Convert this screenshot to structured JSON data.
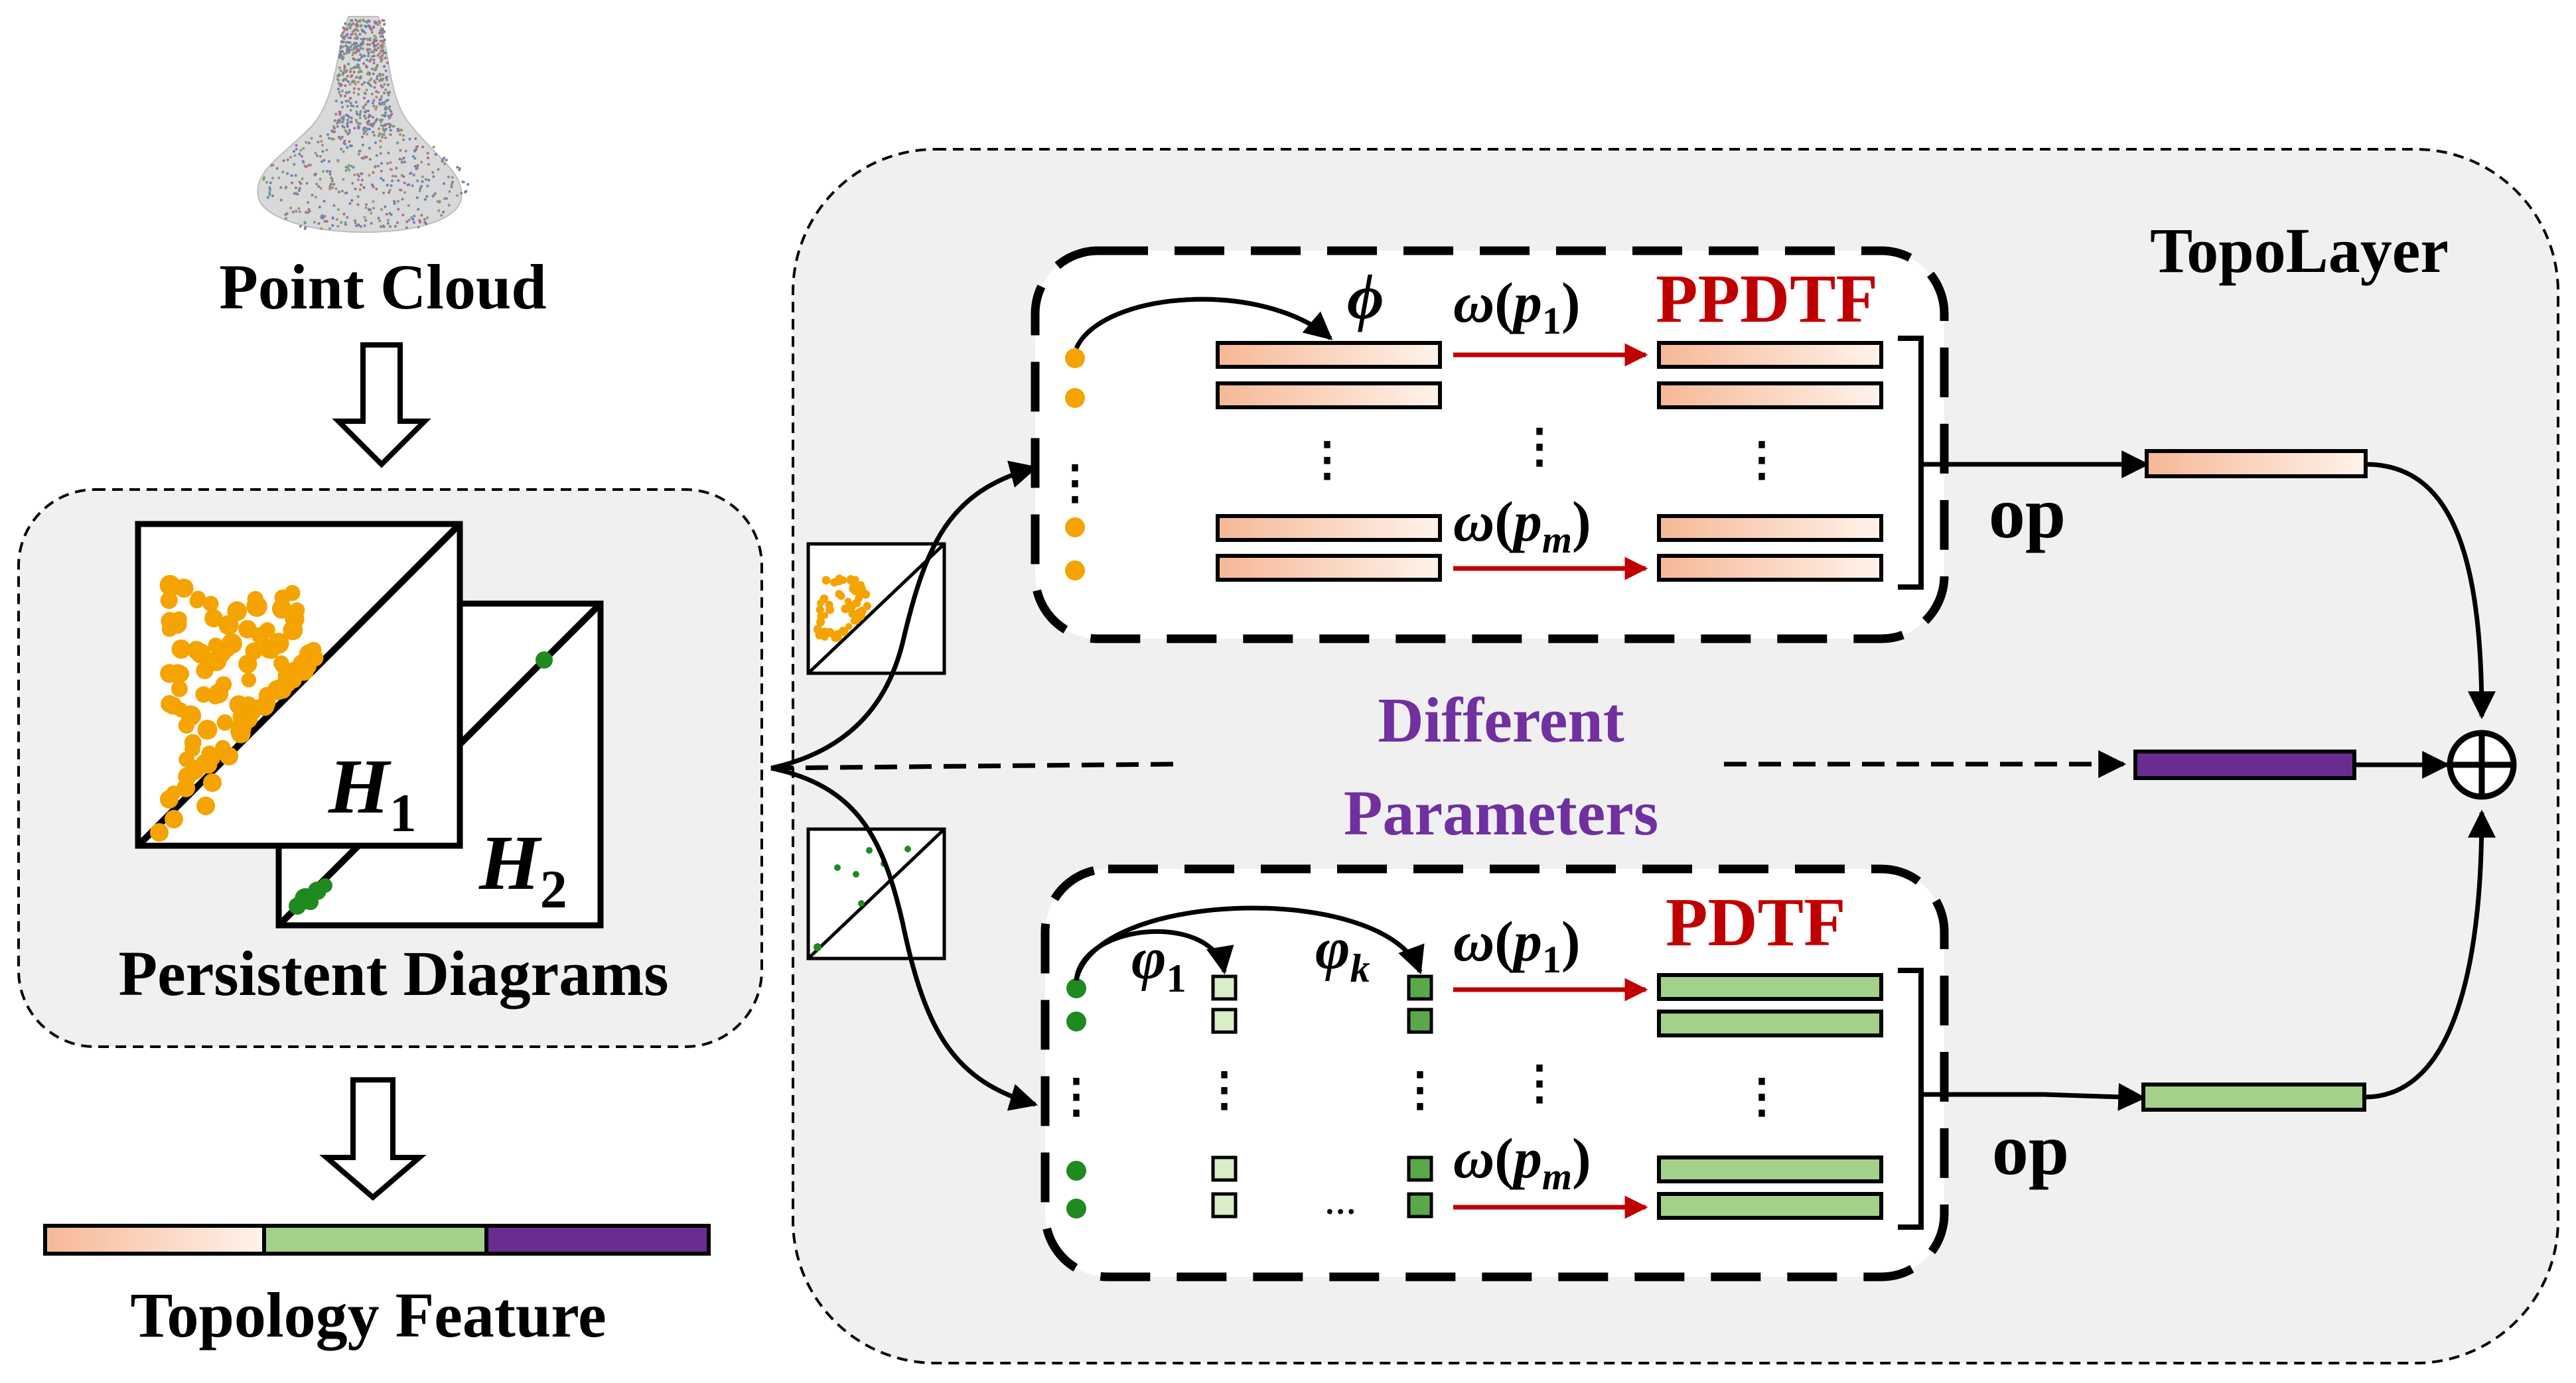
{
  "labels": {
    "point_cloud": "Point Cloud",
    "persistent_diagrams": "Persistent Diagrams",
    "topology_feature": "Topology Feature",
    "topolayer": "TopoLayer",
    "different": "Different",
    "parameters": "Parameters",
    "ppdtf": "PPDTF",
    "pdtf": "PDTF",
    "op_top": "op",
    "op_bottom": "op",
    "phi": "ϕ",
    "omega": "ω",
    "p": "p",
    "sub_1": "1",
    "sub_m": "m",
    "sub_k": "k",
    "varphi": "φ",
    "H": "H",
    "sub_2": "2",
    "ellipsis": "…",
    "oplus": "⊕"
  },
  "colors": {
    "orange_dot": "#f5a300",
    "green_dot": "#1f8a1f",
    "orange_bar_start": "#f6b896",
    "orange_bar_end": "#fff2ea",
    "green_bar": "#a3d18a",
    "purple_bar": "#6a2c91",
    "red_arrow": "#c00000",
    "ppdtf_text": "#c00000",
    "pdtf_text": "#c00000",
    "purple_text": "#7030a0",
    "panel_fill": "#f0f0f0"
  }
}
